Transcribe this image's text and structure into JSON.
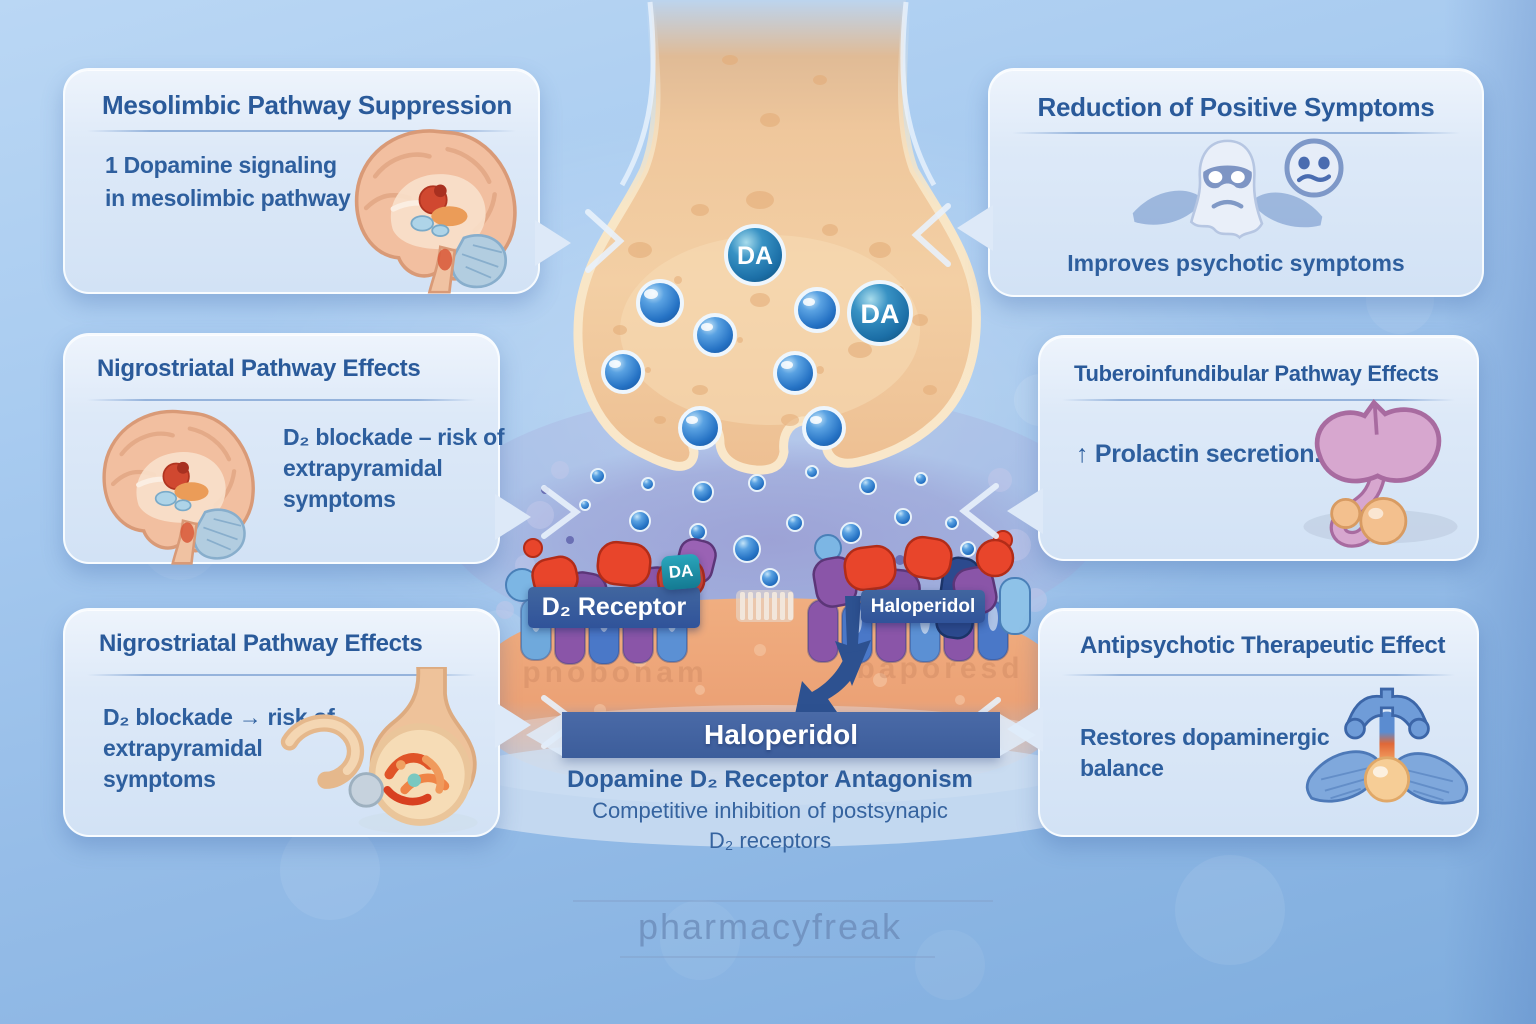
{
  "colors": {
    "background_top": "#bad7f4",
    "background_bottom": "#7fadde",
    "callout_bg": "#dde9f8",
    "title_blue": "#2a5a9a",
    "body_blue": "#2e5f9e",
    "tag_blue": "#30539a",
    "banner_blue": "#3c5d9b",
    "da_teal": "#147a92",
    "vesicle_blue": "#2f7fd0",
    "terminal_tan": "#f3cda1",
    "cleft_purple": "#9fa3d6",
    "postsynaptic_orange": "#eda77c",
    "receptor_red": "#e8452b",
    "receptor_purple": "#8a55a8",
    "watermark_blue": "#6c8cb9"
  },
  "callouts": {
    "top_left": {
      "title": "Mesolimbic Pathway Suppression",
      "line1": "1 Dopamine signaling",
      "line2": "in mesolimbic pathway"
    },
    "mid_left": {
      "title": "Nigrostriatal Pathway Effects",
      "line1": "D₂ blockade – risk of",
      "line2": "extrapyramidal",
      "line3": "symptoms"
    },
    "bottom_left": {
      "title": "Nigrostriatal Pathway Effects",
      "line1": "D₂ blockade → risk of",
      "line2": "extrapyramidal",
      "line3": "symptoms"
    },
    "top_right": {
      "title": "Reduction of Positive Symptoms",
      "caption": "Improves psychotic symptoms"
    },
    "mid_right": {
      "title": "Tuberoinfundibular Pathway Effects",
      "line1": "↑ Prolactin secretion."
    },
    "bottom_right": {
      "title": "Antipsychotic Therapeutic Effect",
      "line1": "Restores dopaminergic",
      "line2": "balance"
    }
  },
  "synapse": {
    "vesicle_label": "DA",
    "da_badge": "DA",
    "receptor_tag": "D₂ Receptor",
    "drug_tag": "Haloperidol",
    "ghost_text_left": "pnobonam",
    "ghost_text_right": "baporesd"
  },
  "mechanism": {
    "banner": "Haloperidol",
    "line1": "Dopamine D₂ Receptor Antagonism",
    "line2": "Competitive inhibition of postsynapic",
    "line3": "D₂ receptors"
  },
  "watermark": "pharmacyfreak"
}
